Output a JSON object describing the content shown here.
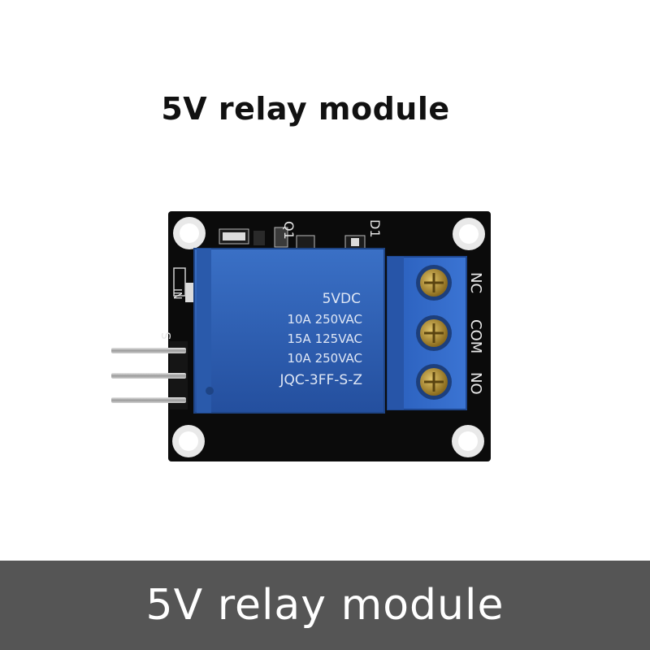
{
  "title": "5V relay module",
  "caption": "5V relay module",
  "relay": {
    "line1": "5VDC",
    "line2": "10A 250VAC",
    "line3": "15A 125VAC",
    "line4": "10A 250VAC",
    "model": "JQC-3FF-S-Z"
  },
  "terminals": {
    "nc": "NC",
    "com": "COM",
    "no": "NO"
  },
  "pcb": {
    "d1": "D1",
    "q1": "Q1",
    "s": "S",
    "pin_label": "IN"
  },
  "colors": {
    "pcb": "#0b0b0b",
    "relay_body": "#2f63b8",
    "terminal": "#2f66c4",
    "caption_bar": "#555555"
  }
}
